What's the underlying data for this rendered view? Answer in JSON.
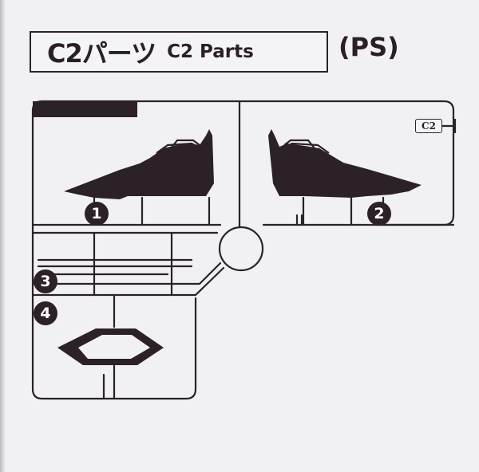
{
  "header": {
    "title_jp": "C2パーツ",
    "title_en": "C2 Parts",
    "material": "(PS)"
  },
  "sprue_tag": "C2",
  "parts": [
    {
      "number": "1"
    },
    {
      "number": "2"
    },
    {
      "number": "3"
    },
    {
      "number": "4"
    }
  ],
  "colors": {
    "ink": "#2a2228",
    "plastic": "#2c2127",
    "paper": "#f1f1f3"
  }
}
